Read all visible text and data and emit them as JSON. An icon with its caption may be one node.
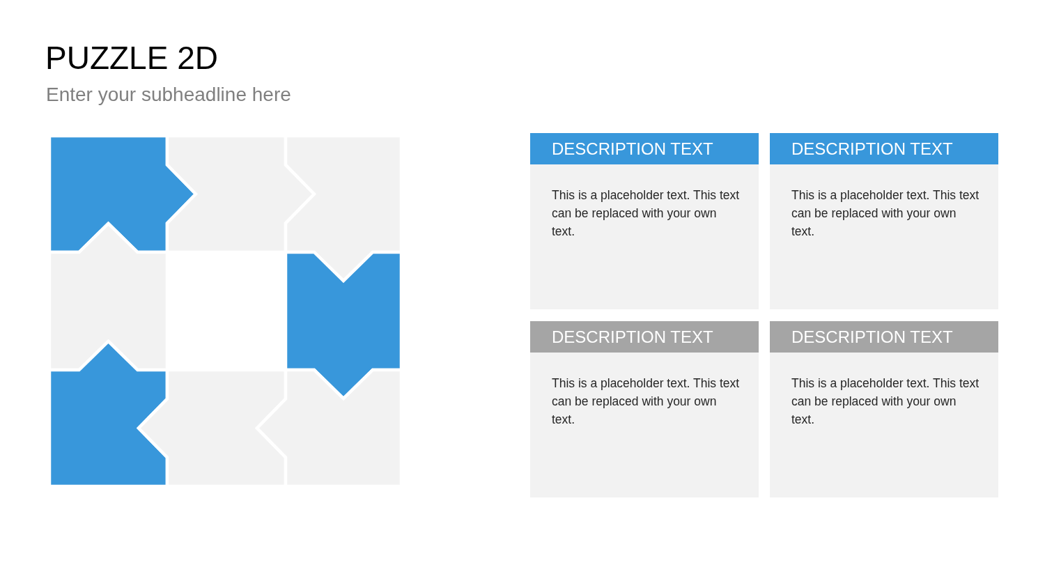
{
  "diagram": {
    "title": "PUZZLE 2D",
    "nodes": [
      {
        "text": [
          "DESCRIPTION TEXT",
          "This is a placeholder text. This text can be replaced with your own text."
        ]
      },
      {
        "text": [
          "DESCRIPTION TEXT",
          "This is a placeholder text. This text can be replaced with your own text."
        ]
      },
      {
        "text": [
          "DESCRIPTION TEXT",
          "This is a placeholder text. This text can be replaced with your own text."
        ]
      },
      {
        "text": [
          "DESCRIPTION TEXT",
          "This is a placeholder text. This text can be replaced with your own text."
        ]
      }
    ],
    "labels": [
      "Enter your subheadline here"
    ]
  }
}
